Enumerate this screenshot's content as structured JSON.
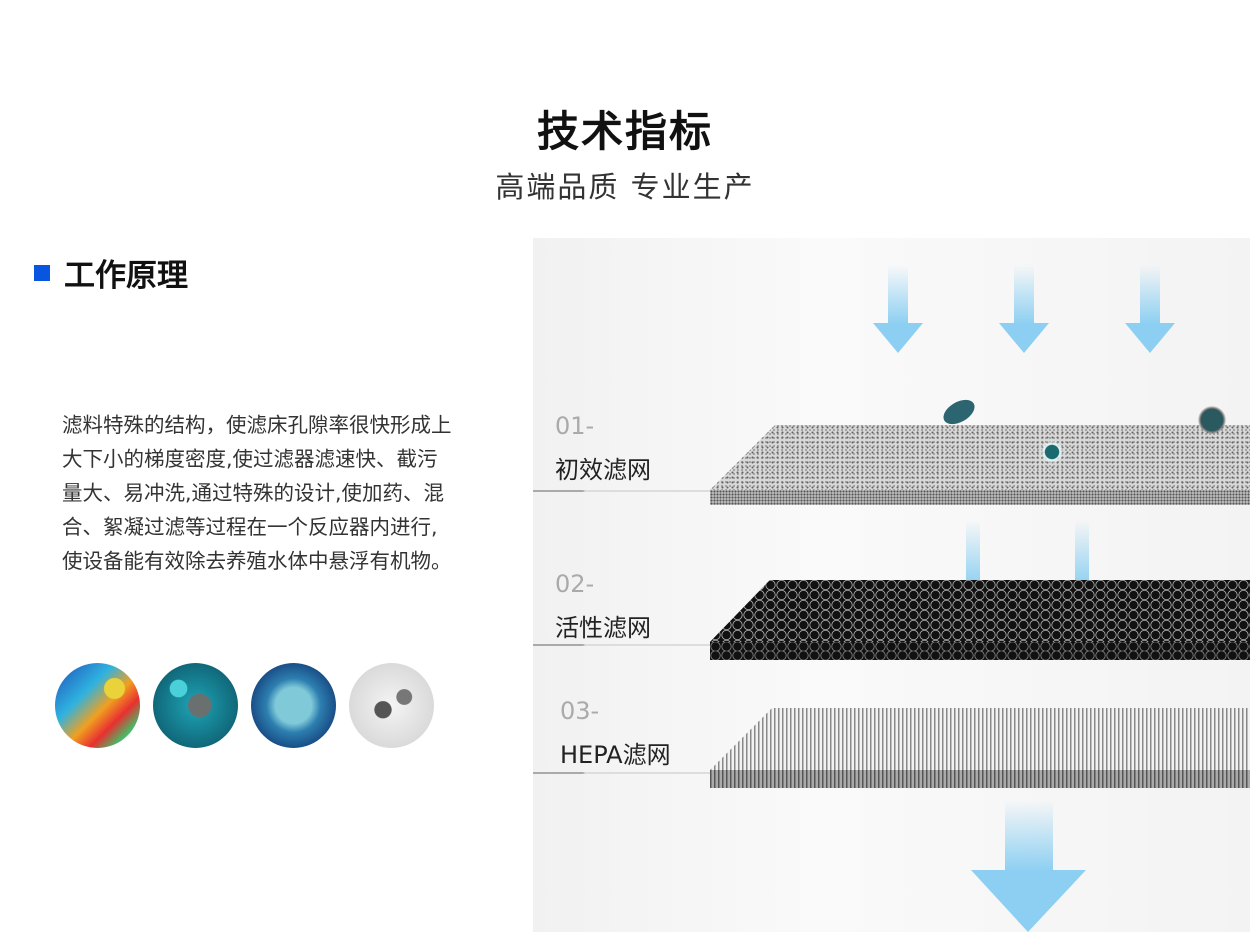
{
  "header": {
    "title": "技术指标",
    "subtitle": "高端品质 专业生产"
  },
  "section": {
    "title": "工作原理",
    "description": "滤料特殊的结构，使滤床孔隙率很快形成上大下小的梯度密度,使过滤器滤速快、截污量大、易冲洗,通过特殊的设计,使加药、混合、絮凝过滤等过程在一个反应器内进行,使设备能有效除去养殖水体中悬浮有机物。"
  },
  "images": [
    "colorful-molecule",
    "bacteria",
    "cell",
    "broken-chain"
  ],
  "layers": [
    {
      "num": "01-",
      "name": "初效滤网"
    },
    {
      "num": "02-",
      "name": "活性滤网"
    },
    {
      "num": "03-",
      "name": "HEPA滤网"
    }
  ],
  "colors": {
    "accent": "#0a55e0",
    "arrow": "#8ccff2"
  }
}
